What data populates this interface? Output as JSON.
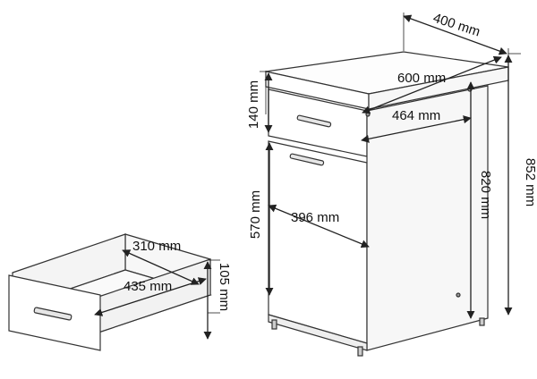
{
  "colors": {
    "line": "#333333",
    "panel": "#ffffff",
    "top": "#fdfdfd",
    "side": "#f7f7f7",
    "arrow": "#222222"
  },
  "icons": {
    "handle": "bar-handle-icon"
  },
  "dimensions": {
    "top_depth": "400 mm",
    "top_width": "600 mm",
    "total_height": "852 mm",
    "drawer_front_height": "140 mm",
    "drawer_inner_width": "464 mm",
    "body_height": "820 mm",
    "door_height": "570 mm",
    "door_width": "396 mm",
    "drawer_depth": "310 mm",
    "drawer_width": "435 mm",
    "drawer_height": "105 mm"
  }
}
